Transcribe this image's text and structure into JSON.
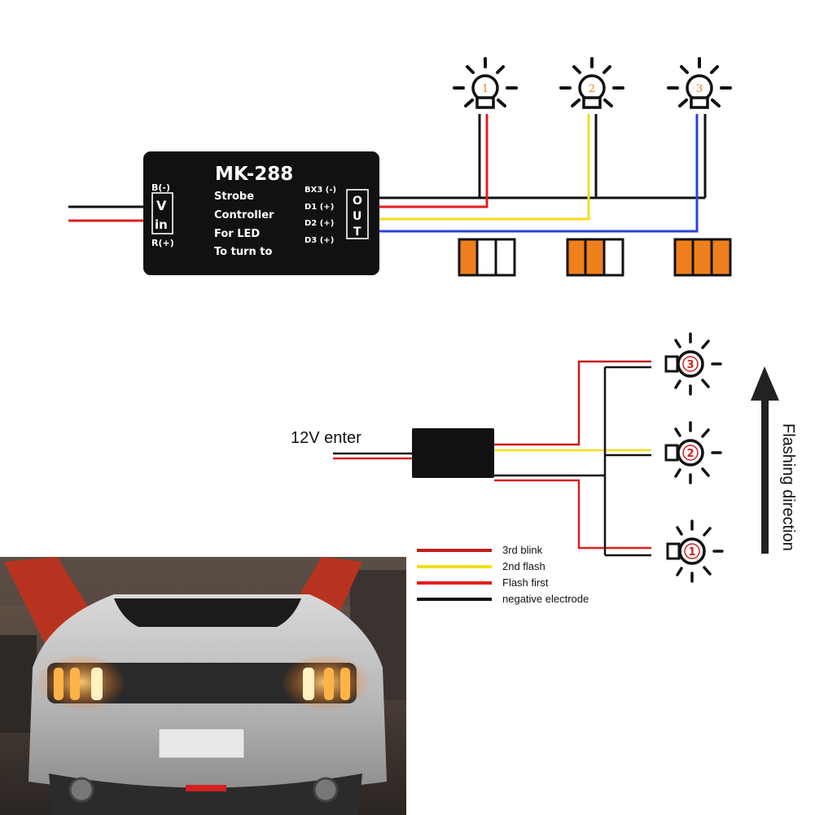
{
  "colors": {
    "box": "#111111",
    "wire_black": "#111111",
    "wire_red": "#e01e1e",
    "wire_darkred": "#c41c1c",
    "wire_yellow": "#f2de1a",
    "wire_blue": "#2a43d6",
    "lamp_orange": "#f07f1d",
    "lamp_num": "#d22020"
  },
  "controller": {
    "model": "MK-288",
    "desc_lines": [
      "Strobe",
      "Controller",
      "For LED",
      "To turn to"
    ],
    "input_top": "B(-)",
    "input_v": "V",
    "input_in": "in",
    "input_bottom": "R(+)",
    "out_pins": [
      "BX3 (-)",
      "D1  (+)",
      "D2  (+)",
      "D3  (+)"
    ],
    "out_letters": [
      "O",
      "U",
      "T"
    ]
  },
  "top_lamps": [
    {
      "number": "1",
      "wire": "red",
      "pattern": [
        true,
        false,
        false
      ]
    },
    {
      "number": "2",
      "wire": "yellow",
      "pattern": [
        true,
        true,
        false
      ]
    },
    {
      "number": "3",
      "wire": "blue",
      "pattern": [
        true,
        true,
        true
      ]
    }
  ],
  "lower": {
    "input_label": "12V enter",
    "lamps": [
      "3",
      "2",
      "1"
    ],
    "direction_label": "Flashing direction",
    "legend": [
      {
        "color": "darkred",
        "label": "3rd blink"
      },
      {
        "color": "yellow",
        "label": "2nd flash"
      },
      {
        "color": "red",
        "label": "Flash first"
      },
      {
        "color": "black",
        "label": "negative electrode"
      }
    ]
  },
  "photo": {
    "icon": "car-rear-photo"
  }
}
